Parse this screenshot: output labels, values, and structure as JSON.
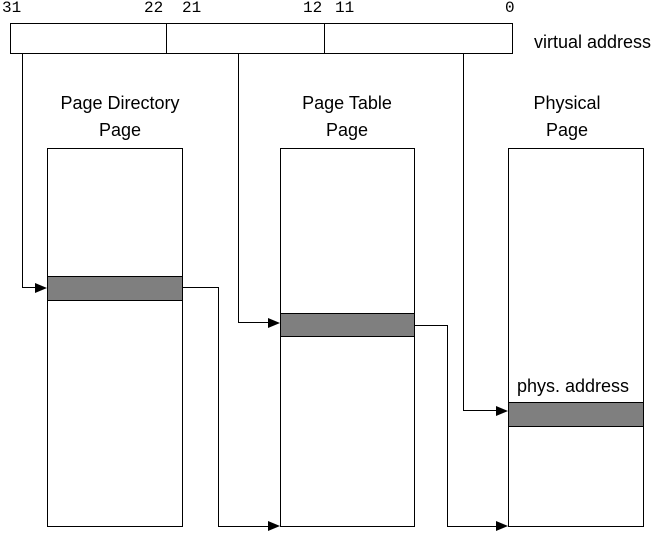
{
  "bits": [
    "31",
    "22",
    "21",
    "12",
    "11",
    "0"
  ],
  "labels": {
    "virtual_address": "virtual address",
    "phys_address": "phys. address"
  },
  "boxes": {
    "page_directory": {
      "title_line1": "Page Directory",
      "title_line2": "Page"
    },
    "page_table": {
      "title_line1": "Page Table",
      "title_line2": "Page"
    },
    "physical_page": {
      "title_line1": "Physical",
      "title_line2": "Page"
    }
  },
  "colors": {
    "highlight_fill": "#7f7f7f",
    "line": "#000000",
    "background": "#ffffff"
  }
}
